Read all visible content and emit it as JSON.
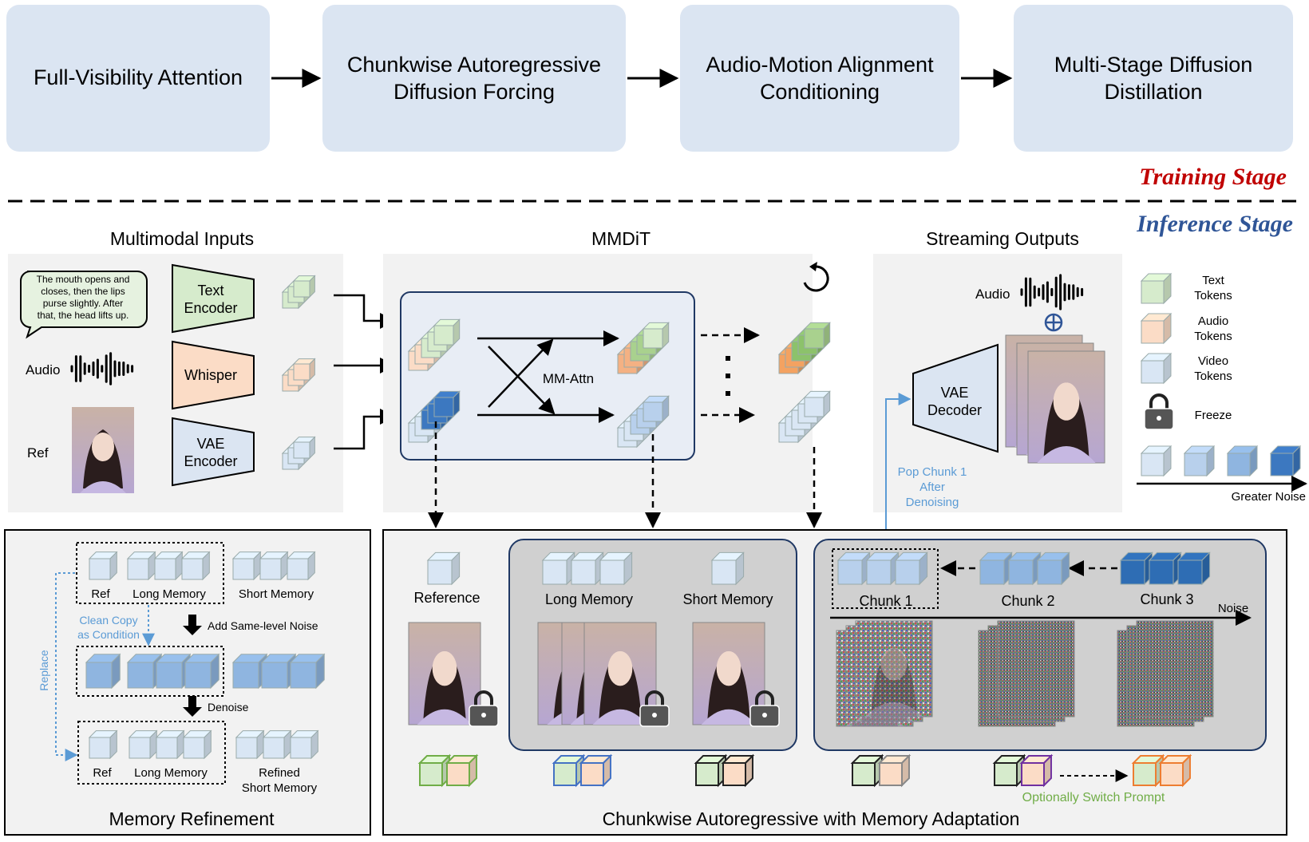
{
  "training": {
    "boxes": [
      "Full-Visibility Attention",
      "Chunkwise Autoregressive",
      "Diffusion Forcing",
      "Audio-Motion Alignment",
      "Conditioning",
      "Multi-Stage Diffusion",
      "Distillation"
    ],
    "stage_label": "Training Stage"
  },
  "inference": {
    "stage_label": "Inference Stage",
    "multimodal_inputs": {
      "title": "Multimodal Inputs",
      "speech": [
        "The mouth opens and",
        "closes, then the lips",
        "purse slightly. After",
        "that, the head lifts up."
      ],
      "audio_label": "Audio",
      "ref_label": "Ref",
      "text_encoder": [
        "Text",
        "Encoder"
      ],
      "whisper": "Whisper",
      "vae_encoder": [
        "VAE",
        "Encoder"
      ]
    },
    "mmdit": {
      "title": "MMDiT",
      "attn_label": "MM-Attn"
    },
    "streaming": {
      "title": "Streaming Outputs",
      "audio_label": "Audio",
      "vae_decoder": [
        "VAE",
        "Decoder"
      ],
      "pop_label": [
        "Pop Chunk 1",
        "After",
        "Denoising"
      ]
    },
    "legend": {
      "text_tokens": [
        "Text",
        "Tokens"
      ],
      "audio_tokens": [
        "Audio",
        "Tokens"
      ],
      "video_tokens": [
        "Video",
        "Tokens"
      ],
      "freeze": "Freeze",
      "noise_label": "Greater Noise"
    },
    "memory_refinement": {
      "title": "Memory Refinement",
      "ref": "Ref",
      "long_memory": "Long Memory",
      "short_memory": "Short Memory",
      "clean_copy": [
        "Clean Copy",
        "as Condition"
      ],
      "add_noise": "Add Same-level Noise",
      "denoise": "Denoise",
      "replace": "Replace",
      "refined": [
        "Refined",
        "Short Memory"
      ]
    },
    "chunkwise": {
      "title": "Chunkwise Autoregressive with Memory Adaptation",
      "reference": "Reference",
      "long_memory": "Long Memory",
      "short_memory": "Short Memory",
      "chunk1": "Chunk 1",
      "chunk2": "Chunk 2",
      "chunk3": "Chunk 3",
      "noise": "Noise",
      "switch_prompt": "Optionally Switch Prompt"
    }
  },
  "colors": {
    "box_fill": "#dbe5f2",
    "text_token": "#d6ebcc",
    "audio_token": "#fbdcc6",
    "video_token": "#d9e6f4",
    "training_red": "#c00000",
    "inference_blue": "#2f5597",
    "accent_blue": "#5b9bd5",
    "green": "#70ad47",
    "orange": "#f4a261"
  }
}
